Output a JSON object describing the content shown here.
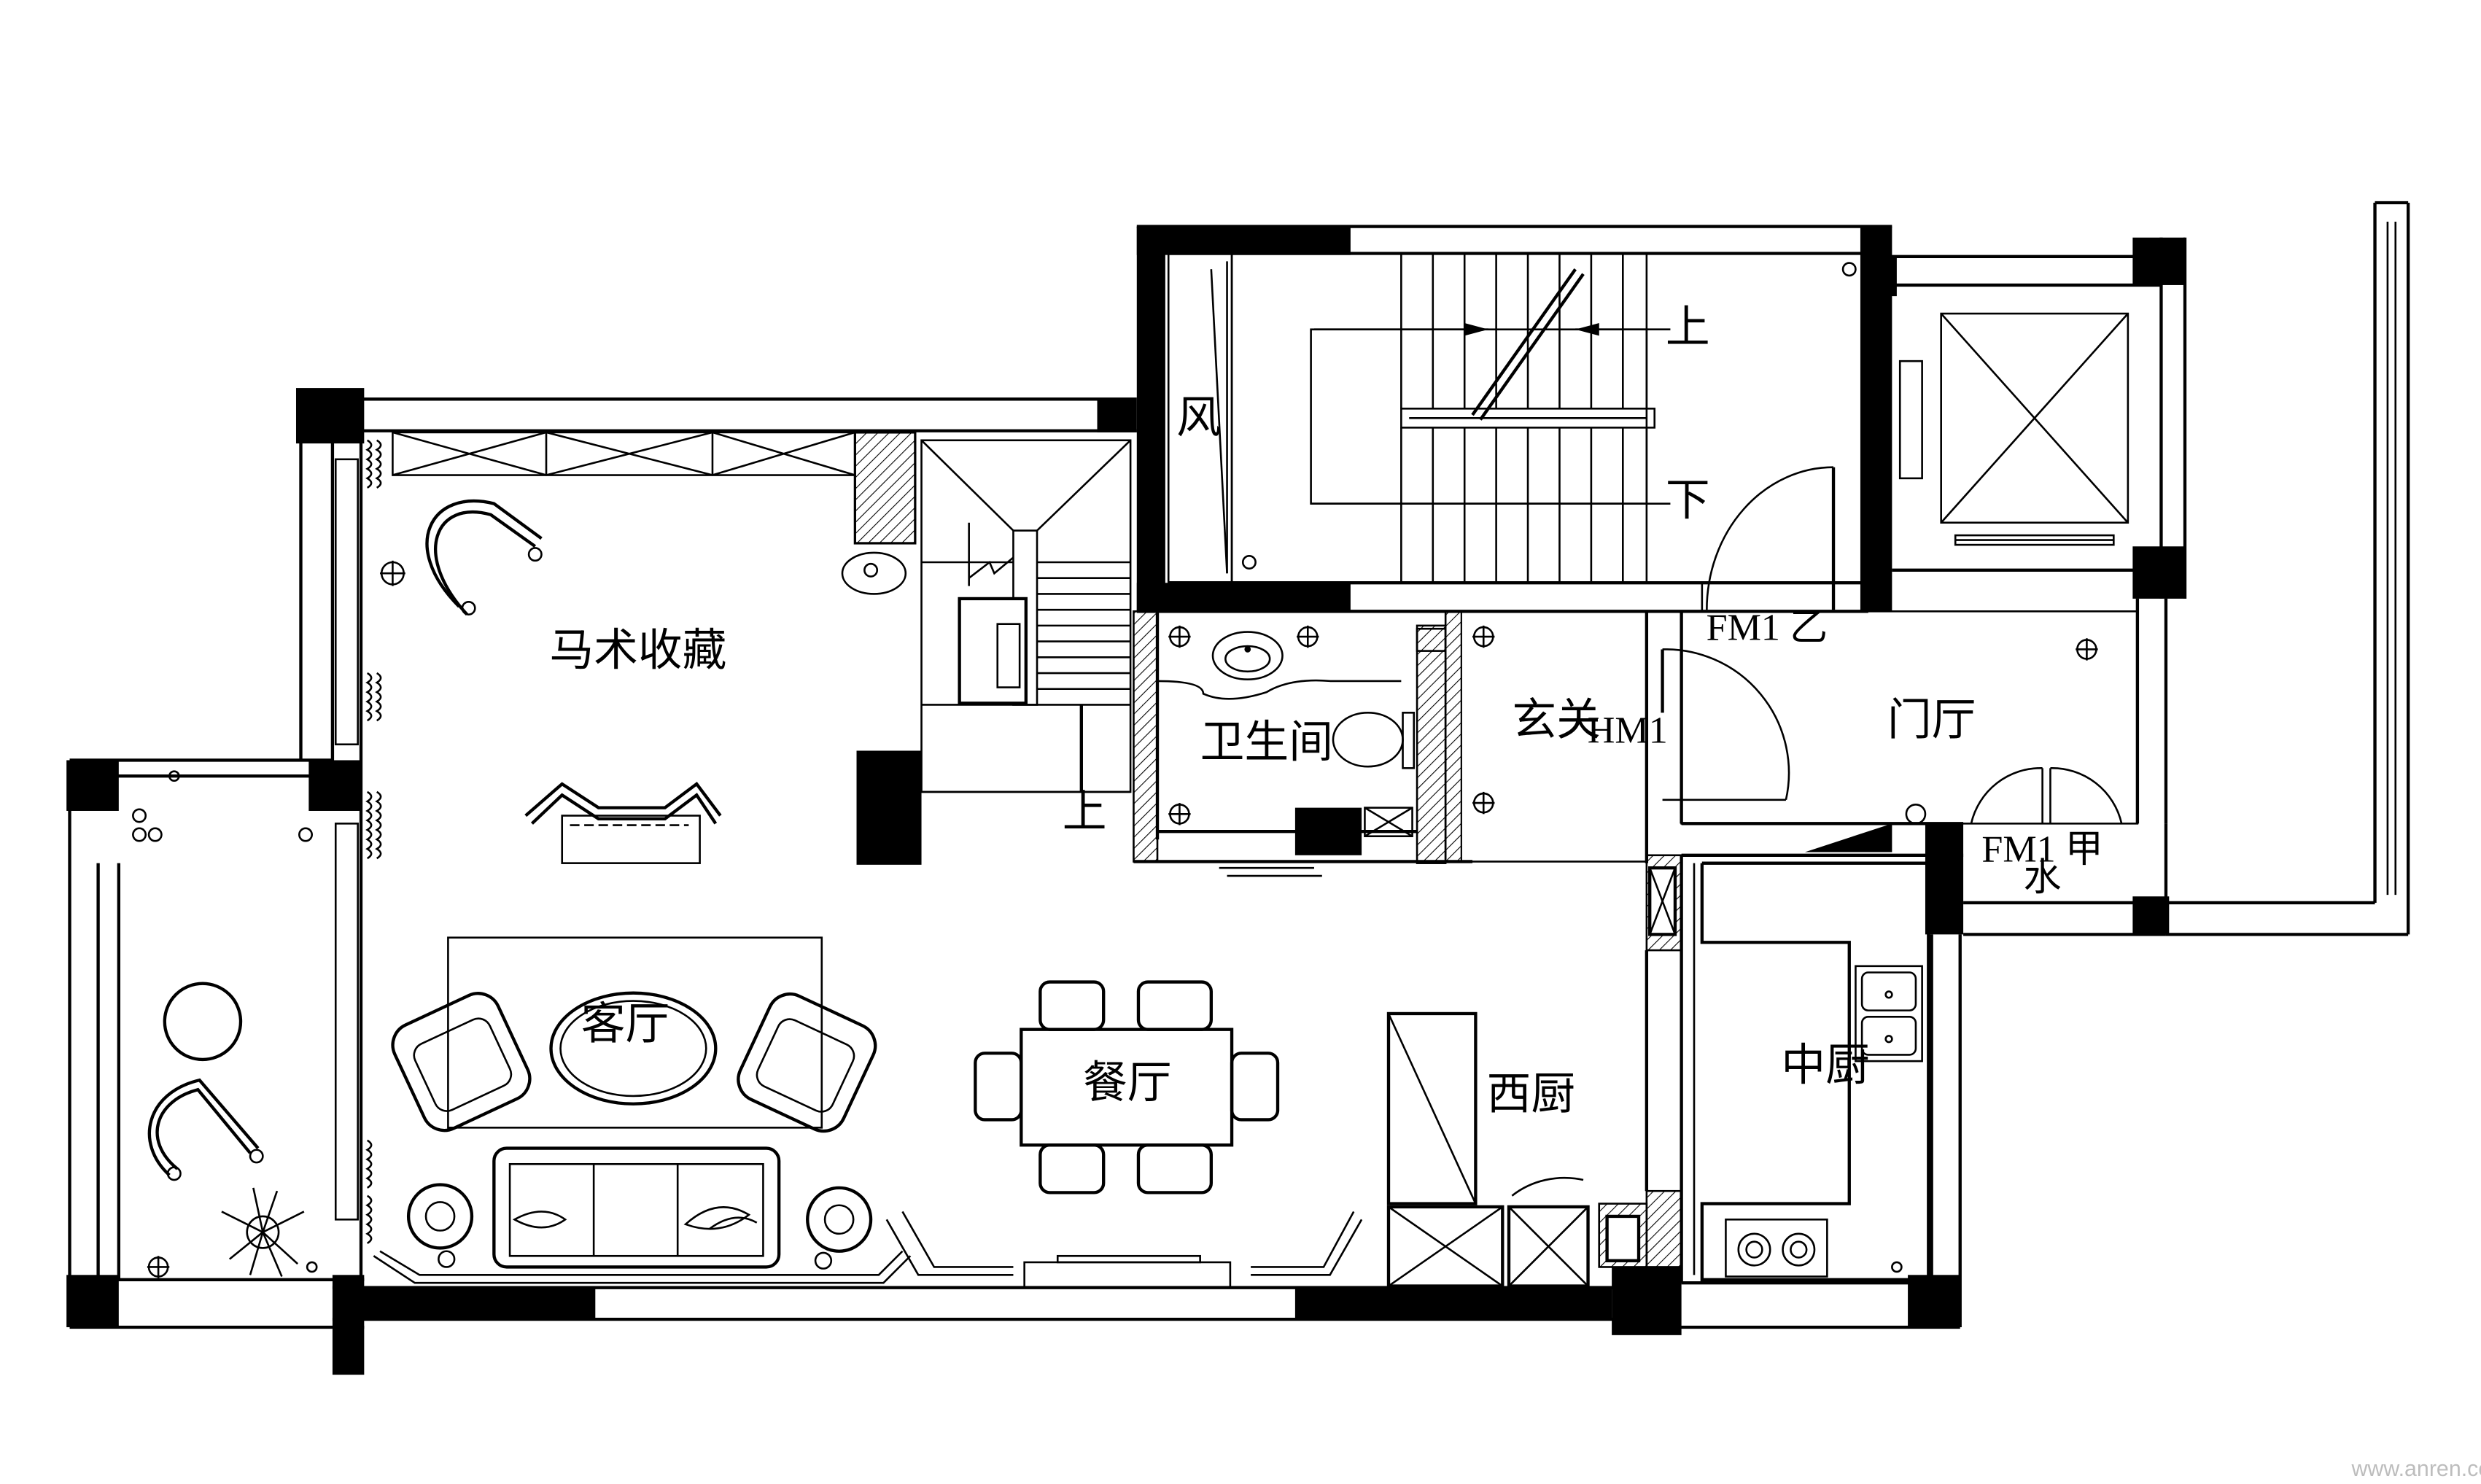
{
  "plan": {
    "rooms": {
      "collection": "马术收藏",
      "living": "客厅",
      "dining": "餐厅",
      "western_kitchen": "西厨",
      "chinese_kitchen": "中厨",
      "bathroom": "卫生间",
      "foyer": "玄关",
      "entrance_hall": "门厅",
      "wind": "风"
    },
    "labels": {
      "up_stair_main": "上",
      "down_stair_main": "下",
      "up_stair_inner": "上",
      "door_fm1_b": "FM1 乙",
      "door_hm1": "HM1",
      "door_fm1_a": "FM1 甲",
      "water": "水"
    },
    "watermark": "www.anren.com"
  }
}
